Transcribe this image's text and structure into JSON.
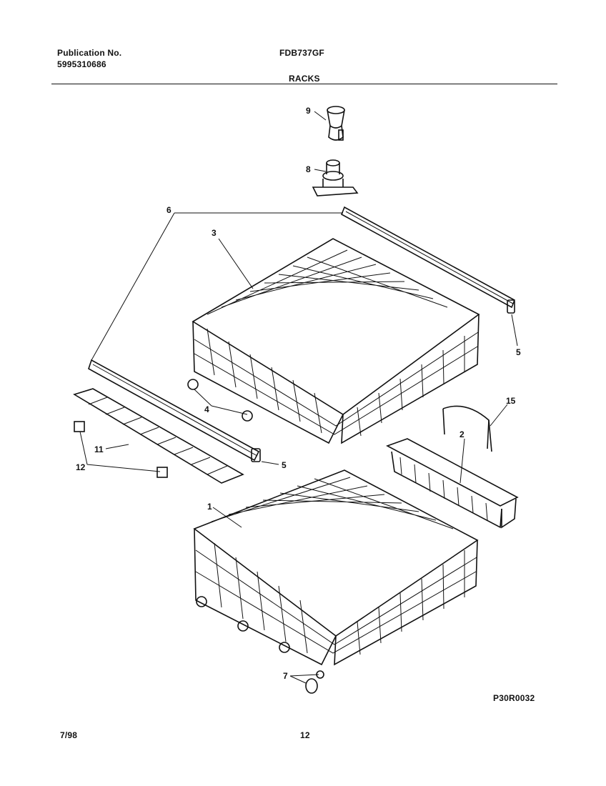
{
  "header": {
    "publication_label": "Publication No.",
    "publication_number": "5995310686",
    "model": "FDB737GF",
    "section_title": "RACKS"
  },
  "diagram": {
    "callouts": [
      "9",
      "8",
      "6",
      "3",
      "5",
      "4",
      "15",
      "11",
      "2",
      "12",
      "5",
      "1",
      "7"
    ],
    "drawing_code": "P30R0032"
  },
  "footer": {
    "date": "7/98",
    "page_number": "12"
  }
}
